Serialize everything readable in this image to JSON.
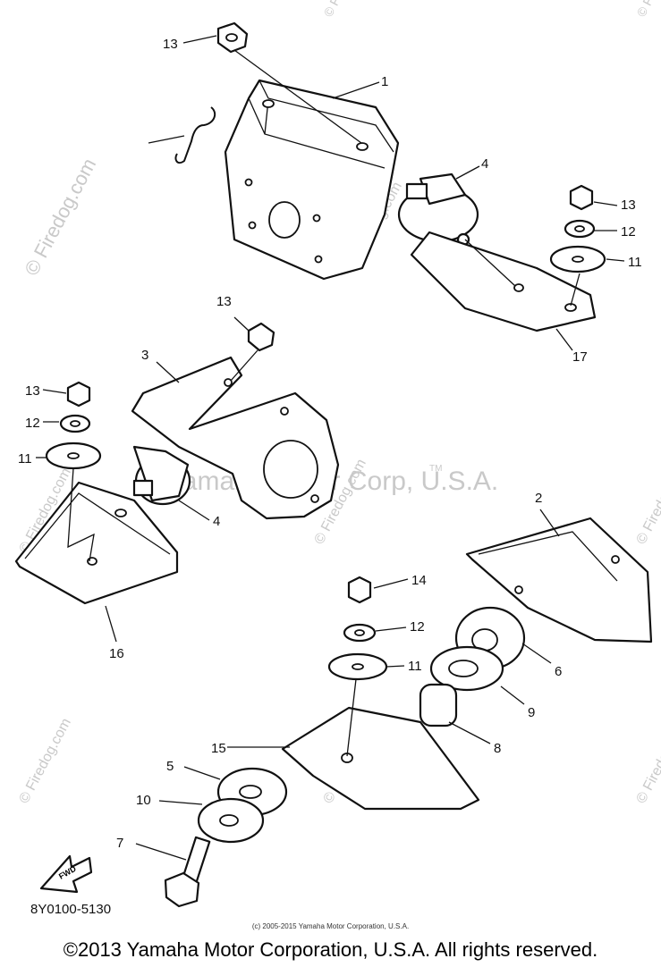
{
  "diagram": {
    "watermarks": {
      "firedog": "© Firedog.com",
      "yamaha": "Yamaha Motor Corp, U.S.A.",
      "tm": "TM"
    },
    "part_number": "8Y0100-5130",
    "fwd_label": "FWD",
    "labels": [
      "1",
      "2",
      "3",
      "4",
      "4",
      "5",
      "6",
      "7",
      "8",
      "9",
      "10",
      "11",
      "11",
      "11",
      "12",
      "12",
      "12",
      "13",
      "13",
      "13",
      "13",
      "14",
      "15",
      "16",
      "17"
    ],
    "fine_copyright": "(c) 2005-2015 Yamaha Motor Corporation, U.S.A.",
    "copyright": "©2013 Yamaha Motor Corporation, U.S.A. All rights reserved."
  }
}
